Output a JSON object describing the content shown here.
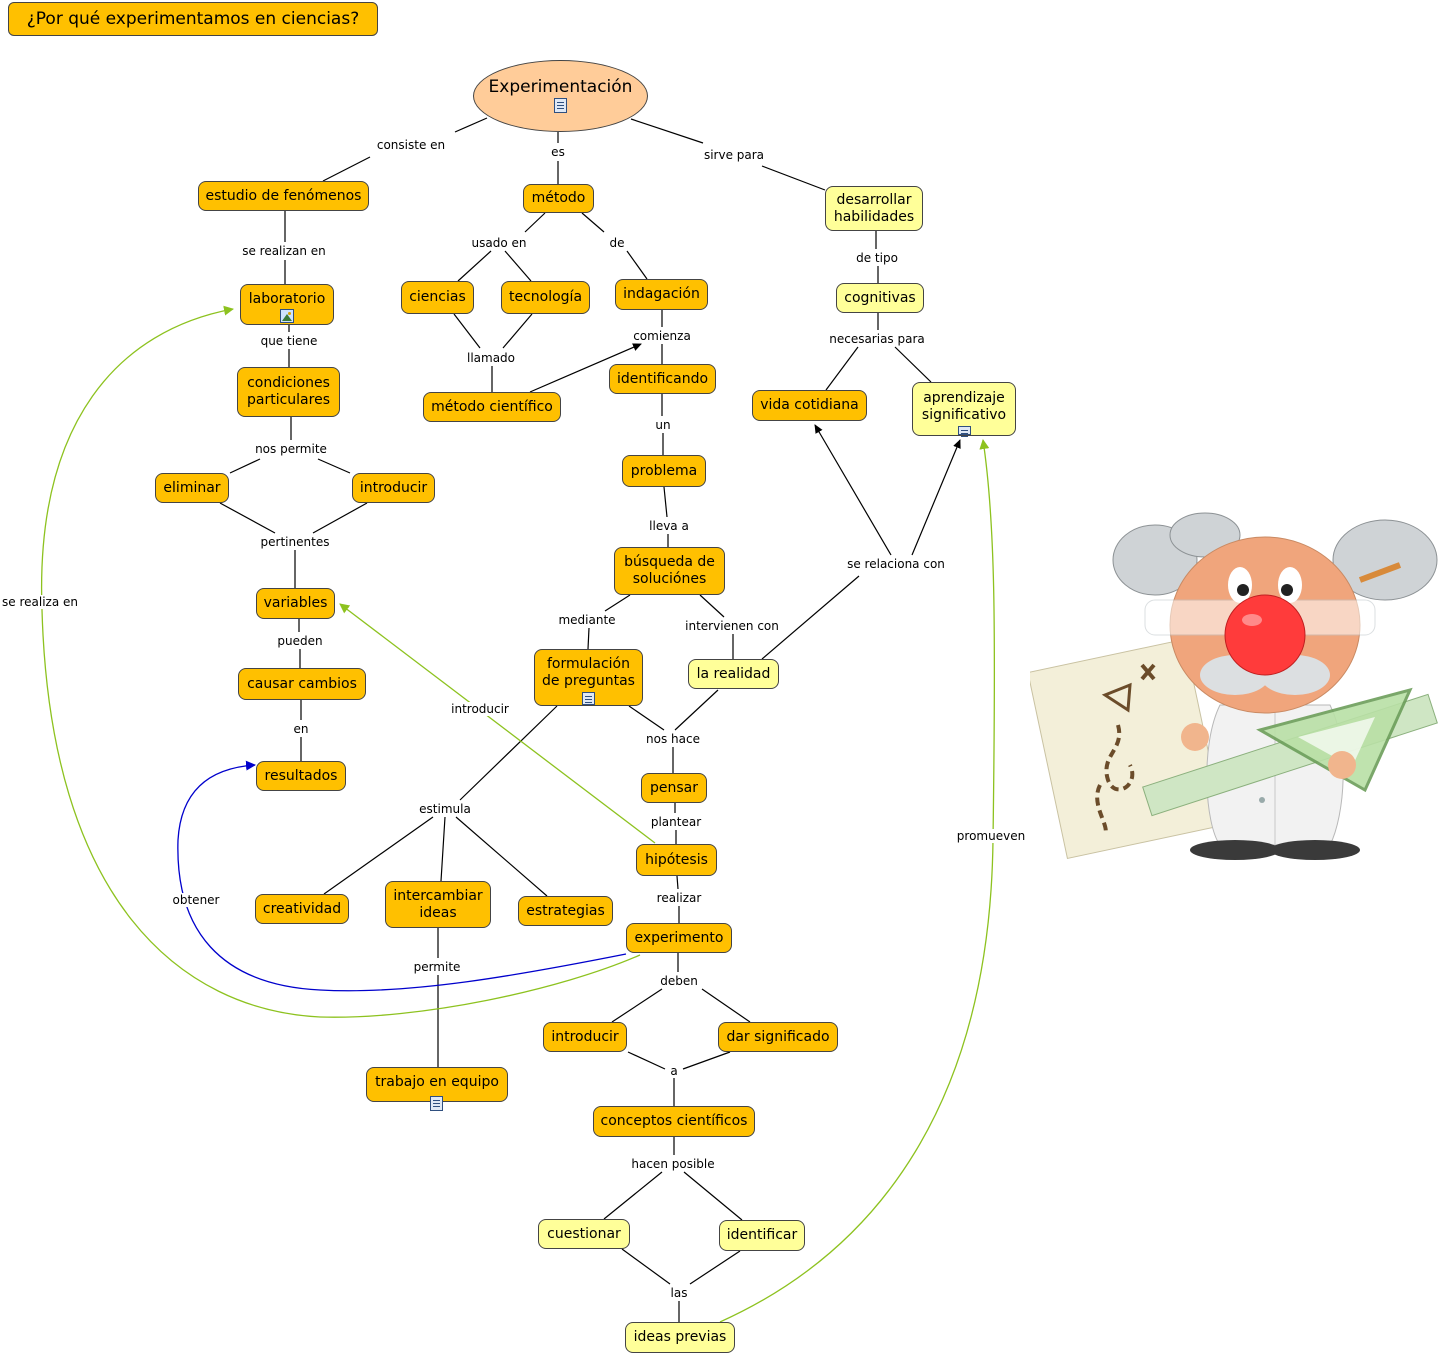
{
  "title": "¿Por qué experimentamos en ciencias?",
  "concepts": {
    "experimentacion": "Experimentación",
    "estudio": "estudio de fenómenos",
    "metodo": "método",
    "desarrollar": "desarrollar habilidades",
    "laboratorio": "laboratorio",
    "ciencias": "ciencias",
    "tecnologia": "tecnología",
    "indagacion": "indagación",
    "cognitivas": "cognitivas",
    "condiciones": "condiciones particulares",
    "metodo_cientifico": "método científico",
    "identificando": "identificando",
    "vida_cotidiana": "vida cotidiana",
    "aprendizaje": "aprendizaje significativo",
    "eliminar": "eliminar",
    "introducir1": "introducir",
    "problema": "problema",
    "busqueda": "búsqueda de soluciónes",
    "variables": "variables",
    "formulacion": "formulación de preguntas",
    "la_realidad": "la realidad",
    "causar_cambios": "causar cambios",
    "resultados": "resultados",
    "pensar": "pensar",
    "hipotesis": "hipótesis",
    "creatividad": "creatividad",
    "intercambiar": "intercambiar ideas",
    "estrategias": "estrategias",
    "experimento": "experimento",
    "introducir2": "introducir",
    "dar_significado": "dar significado",
    "trabajo": "trabajo en equipo",
    "conceptos": "conceptos científicos",
    "cuestionar": "cuestionar",
    "identificar": "identificar",
    "ideas_previas": "ideas previas"
  },
  "links": {
    "consiste_en": "consiste en",
    "es": "es",
    "sirve_para": "sirve para",
    "se_realizan_en": "se realizan en",
    "usado_en": "usado en",
    "de": "de",
    "de_tipo": "de tipo",
    "que_tiene": "que tiene",
    "comienza": "comienza",
    "llamado": "llamado",
    "necesarias_para": "necesarias para",
    "nos_permite": "nos permite",
    "un": "un",
    "lleva_a": "lleva a",
    "pertinentes": "pertinentes",
    "se_relaciona_con": "se relaciona con",
    "se_realiza_en": "se realiza en",
    "mediante": "mediante",
    "intervienen_con": "intervienen con",
    "pueden": "pueden",
    "introducir": "introducir",
    "nos_hace": "nos hace",
    "en": "en",
    "estimula": "estimula",
    "plantear": "plantear",
    "promueven": "promueven",
    "realizar": "realizar",
    "obtener": "obtener",
    "permite": "permite",
    "deben": "deben",
    "a": "a",
    "hacen_posible": "hacen posible",
    "las": "las"
  },
  "colors": {
    "concept_fill": "#FFC000",
    "concept_light_fill": "#FFFF99",
    "root_fill": "#FFCC99",
    "line": "#000000",
    "cross_link_green": "#8DC21F",
    "cross_link_blue": "#0000CC"
  },
  "icons": {
    "experimentacion": "document-icon",
    "laboratorio": "image-icon",
    "aprendizaje": "document-icon",
    "formulacion": "document-icon",
    "trabajo": "document-icon"
  }
}
